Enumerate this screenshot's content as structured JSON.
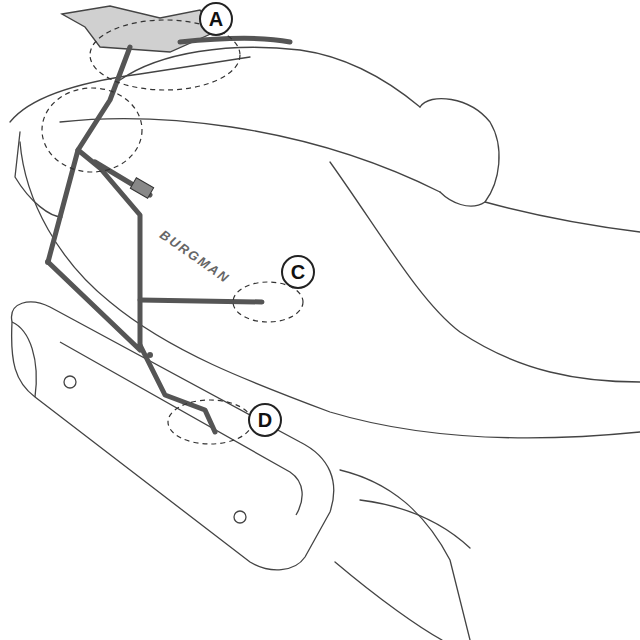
{
  "diagram": {
    "labels": [
      "A",
      "C",
      "D",
      "BURGMAN"
    ]
  }
}
